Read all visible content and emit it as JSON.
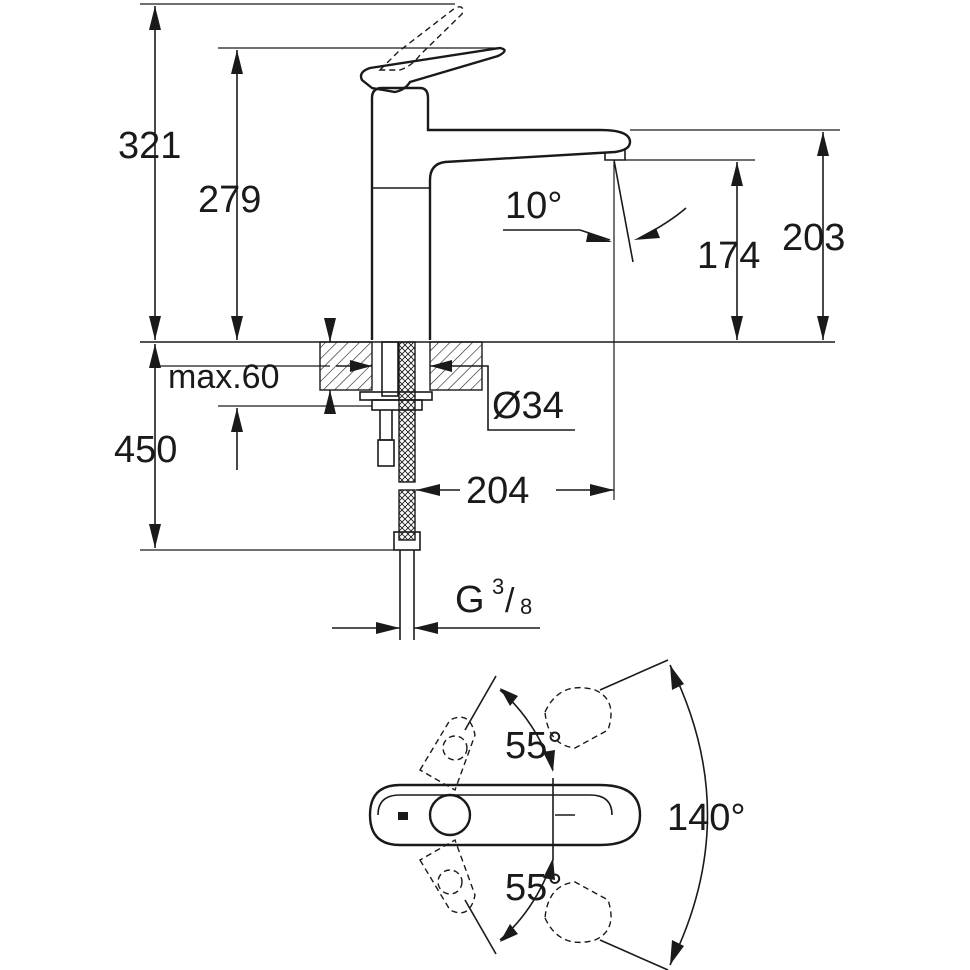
{
  "dimensions": {
    "total_height": "321",
    "body_height": "279",
    "spout_height": "203",
    "outlet_height": "174",
    "spout_angle": "10°",
    "counter_thickness": "max.60",
    "mount_hole": "Ø34",
    "hose_length": "450",
    "spout_reach": "204",
    "connection_prefix": "G",
    "connection_num": "3",
    "connection_den": "8"
  },
  "plan_view": {
    "lever_angle_up": "55°",
    "lever_angle_down": "55°",
    "swivel_angle": "140°"
  }
}
